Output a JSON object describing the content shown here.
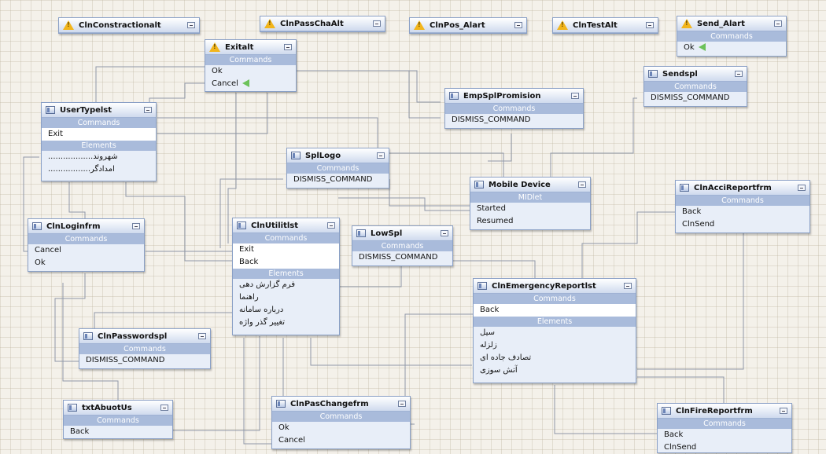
{
  "diagram": {
    "section_labels": {
      "commands": "Commands",
      "elements": "Elements",
      "midlet": "MIDlet"
    },
    "nodes": {
      "cln_constructional_alt": {
        "title": "ClnConstractionalt"
      },
      "cln_pass_cha_alt": {
        "title": "ClnPassChaAlt"
      },
      "cln_pos_alart": {
        "title": "ClnPos_Alart"
      },
      "cln_test_alt": {
        "title": "ClnTestAlt"
      },
      "send_alart": {
        "title": "Send_Alart",
        "commands": [
          "Ok"
        ]
      },
      "exitalt": {
        "title": "Exitalt",
        "commands": [
          "Ok",
          "Cancel"
        ]
      },
      "emp_spl_promision": {
        "title": "EmpSplPromision",
        "commands": [
          "DISMISS_COMMAND"
        ]
      },
      "sendspl": {
        "title": "Sendspl",
        "commands": [
          "DISMISS_COMMAND"
        ]
      },
      "user_type_lst": {
        "title": "UserTypelst",
        "commands": [
          "Exit"
        ],
        "elements": [
          "شهروند..................",
          "امدادگر................."
        ]
      },
      "spl_logo": {
        "title": "SplLogo",
        "commands": [
          "DISMISS_COMMAND"
        ]
      },
      "mobile_device": {
        "title": "Mobile Device",
        "events": [
          "Started",
          "Resumed"
        ]
      },
      "cln_acci_reportfrm": {
        "title": "ClnAcciReportfrm",
        "commands": [
          "Back",
          "ClnSend"
        ]
      },
      "cln_loginfrm": {
        "title": "ClnLoginfrm",
        "commands": [
          "Cancel",
          "Ok"
        ]
      },
      "cln_utilit_lst": {
        "title": "ClnUtilitlst",
        "commands": [
          "Exit",
          "Back"
        ],
        "elements": [
          "فرم گزارش دهی",
          "راهنما",
          "درباره سامانه",
          "تغییر گذر واژه"
        ]
      },
      "low_spl": {
        "title": "LowSpl",
        "commands": [
          "DISMISS_COMMAND"
        ]
      },
      "cln_emergency_report_lst": {
        "title": "ClnEmergencyReportlst",
        "commands": [
          "Back"
        ],
        "elements": [
          "سیل",
          "زلزله",
          "تصادف جاده ای",
          "آتش سوزی"
        ]
      },
      "cln_passwordspl": {
        "title": "ClnPasswordspl",
        "commands": [
          "DISMISS_COMMAND"
        ]
      },
      "txt_abuot_us": {
        "title": "txtAbuotUs",
        "commands": [
          "Back"
        ]
      },
      "cln_pas_changefrm": {
        "title": "ClnPasChangefrm",
        "commands": [
          "Ok",
          "Cancel"
        ]
      },
      "cln_fire_reportfrm": {
        "title": "ClnFireReportfrm",
        "commands": [
          "Back",
          "ClnSend"
        ]
      }
    },
    "colors": {
      "wire": "#8f98a8",
      "header_top": "#ffffff",
      "header_bottom": "#cfdaee",
      "section": "#a9bbdb",
      "alert_icon": "#f2b51c",
      "active_arrow": "#6cc25a"
    }
  }
}
